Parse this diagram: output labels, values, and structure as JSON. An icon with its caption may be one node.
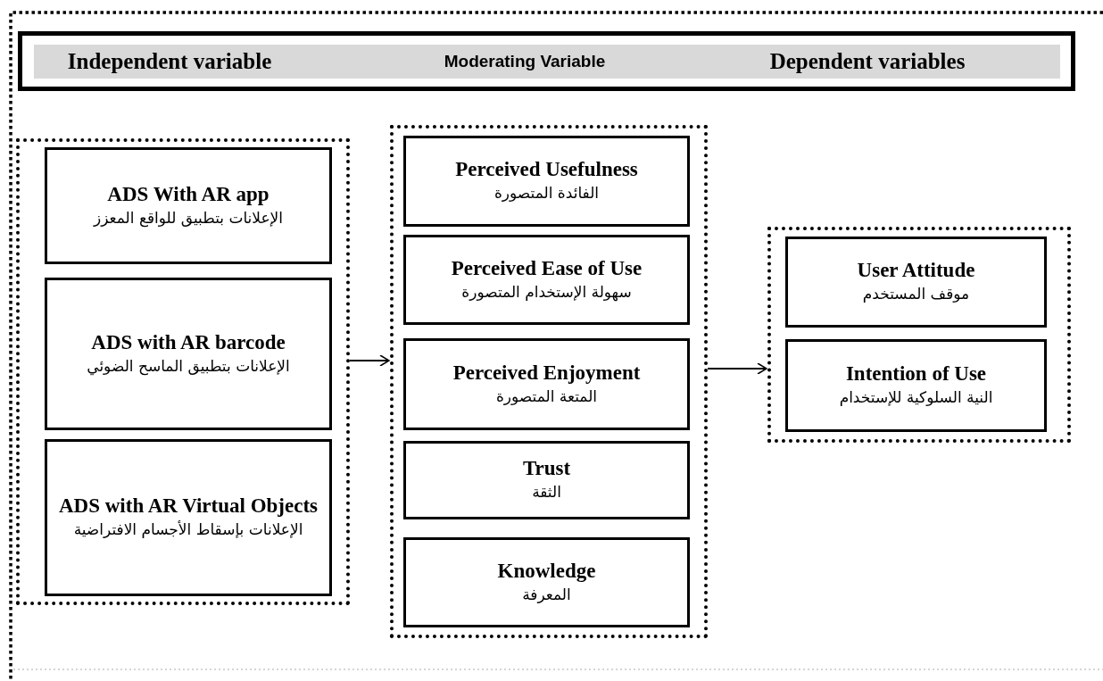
{
  "diagram": {
    "nodes": [
      {
        "text": [],
        "shape": "box"
      },
      {
        "text": [
          "ADS With AR app",
          "الإعلانات بتطبيق للواقع المعزز"
        ],
        "in": 0
      },
      {
        "text": [
          "ADS with AR barcode",
          "الإعلانات بتطبيق الماسح الضوئي"
        ],
        "in": 0
      },
      {
        "text": [
          "ADS with AR Virtual Objects",
          "الإعلانات بإسقاط الأجسام الافتراضية"
        ],
        "in": 0
      },
      {
        "text": [],
        "shape": "box"
      },
      {
        "text": [
          "Perceived Usefulness",
          "الفائدة المتصورة"
        ],
        "in": 4
      },
      {
        "text": [
          "Perceived Ease of Use",
          "سهولة الإستخدام المتصورة"
        ],
        "in": 4
      },
      {
        "text": [
          "Perceived Enjoyment",
          "المتعة المتصورة"
        ],
        "in": 4
      },
      {
        "text": [
          "Trust",
          "الثقة"
        ],
        "in": 4
      },
      {
        "text": [
          "Knowledge",
          "المعرفة"
        ],
        "in": 4
      },
      {
        "text": [],
        "shape": "box"
      },
      {
        "text": [
          "User Attitude",
          "موقف المستخدم"
        ],
        "in": 10
      },
      {
        "text": [
          "Intention of Use",
          "النية السلوكية للإستخدام"
        ],
        "in": 10
      }
    ],
    "edges": [
      {
        "from": 0,
        "to": 4,
        "arrow": "to"
      },
      {
        "from": 4,
        "to": 10,
        "arrow": "to"
      }
    ],
    "labels": [
      "Independent variable",
      "Moderating Variable",
      "Dependent variables"
    ]
  }
}
